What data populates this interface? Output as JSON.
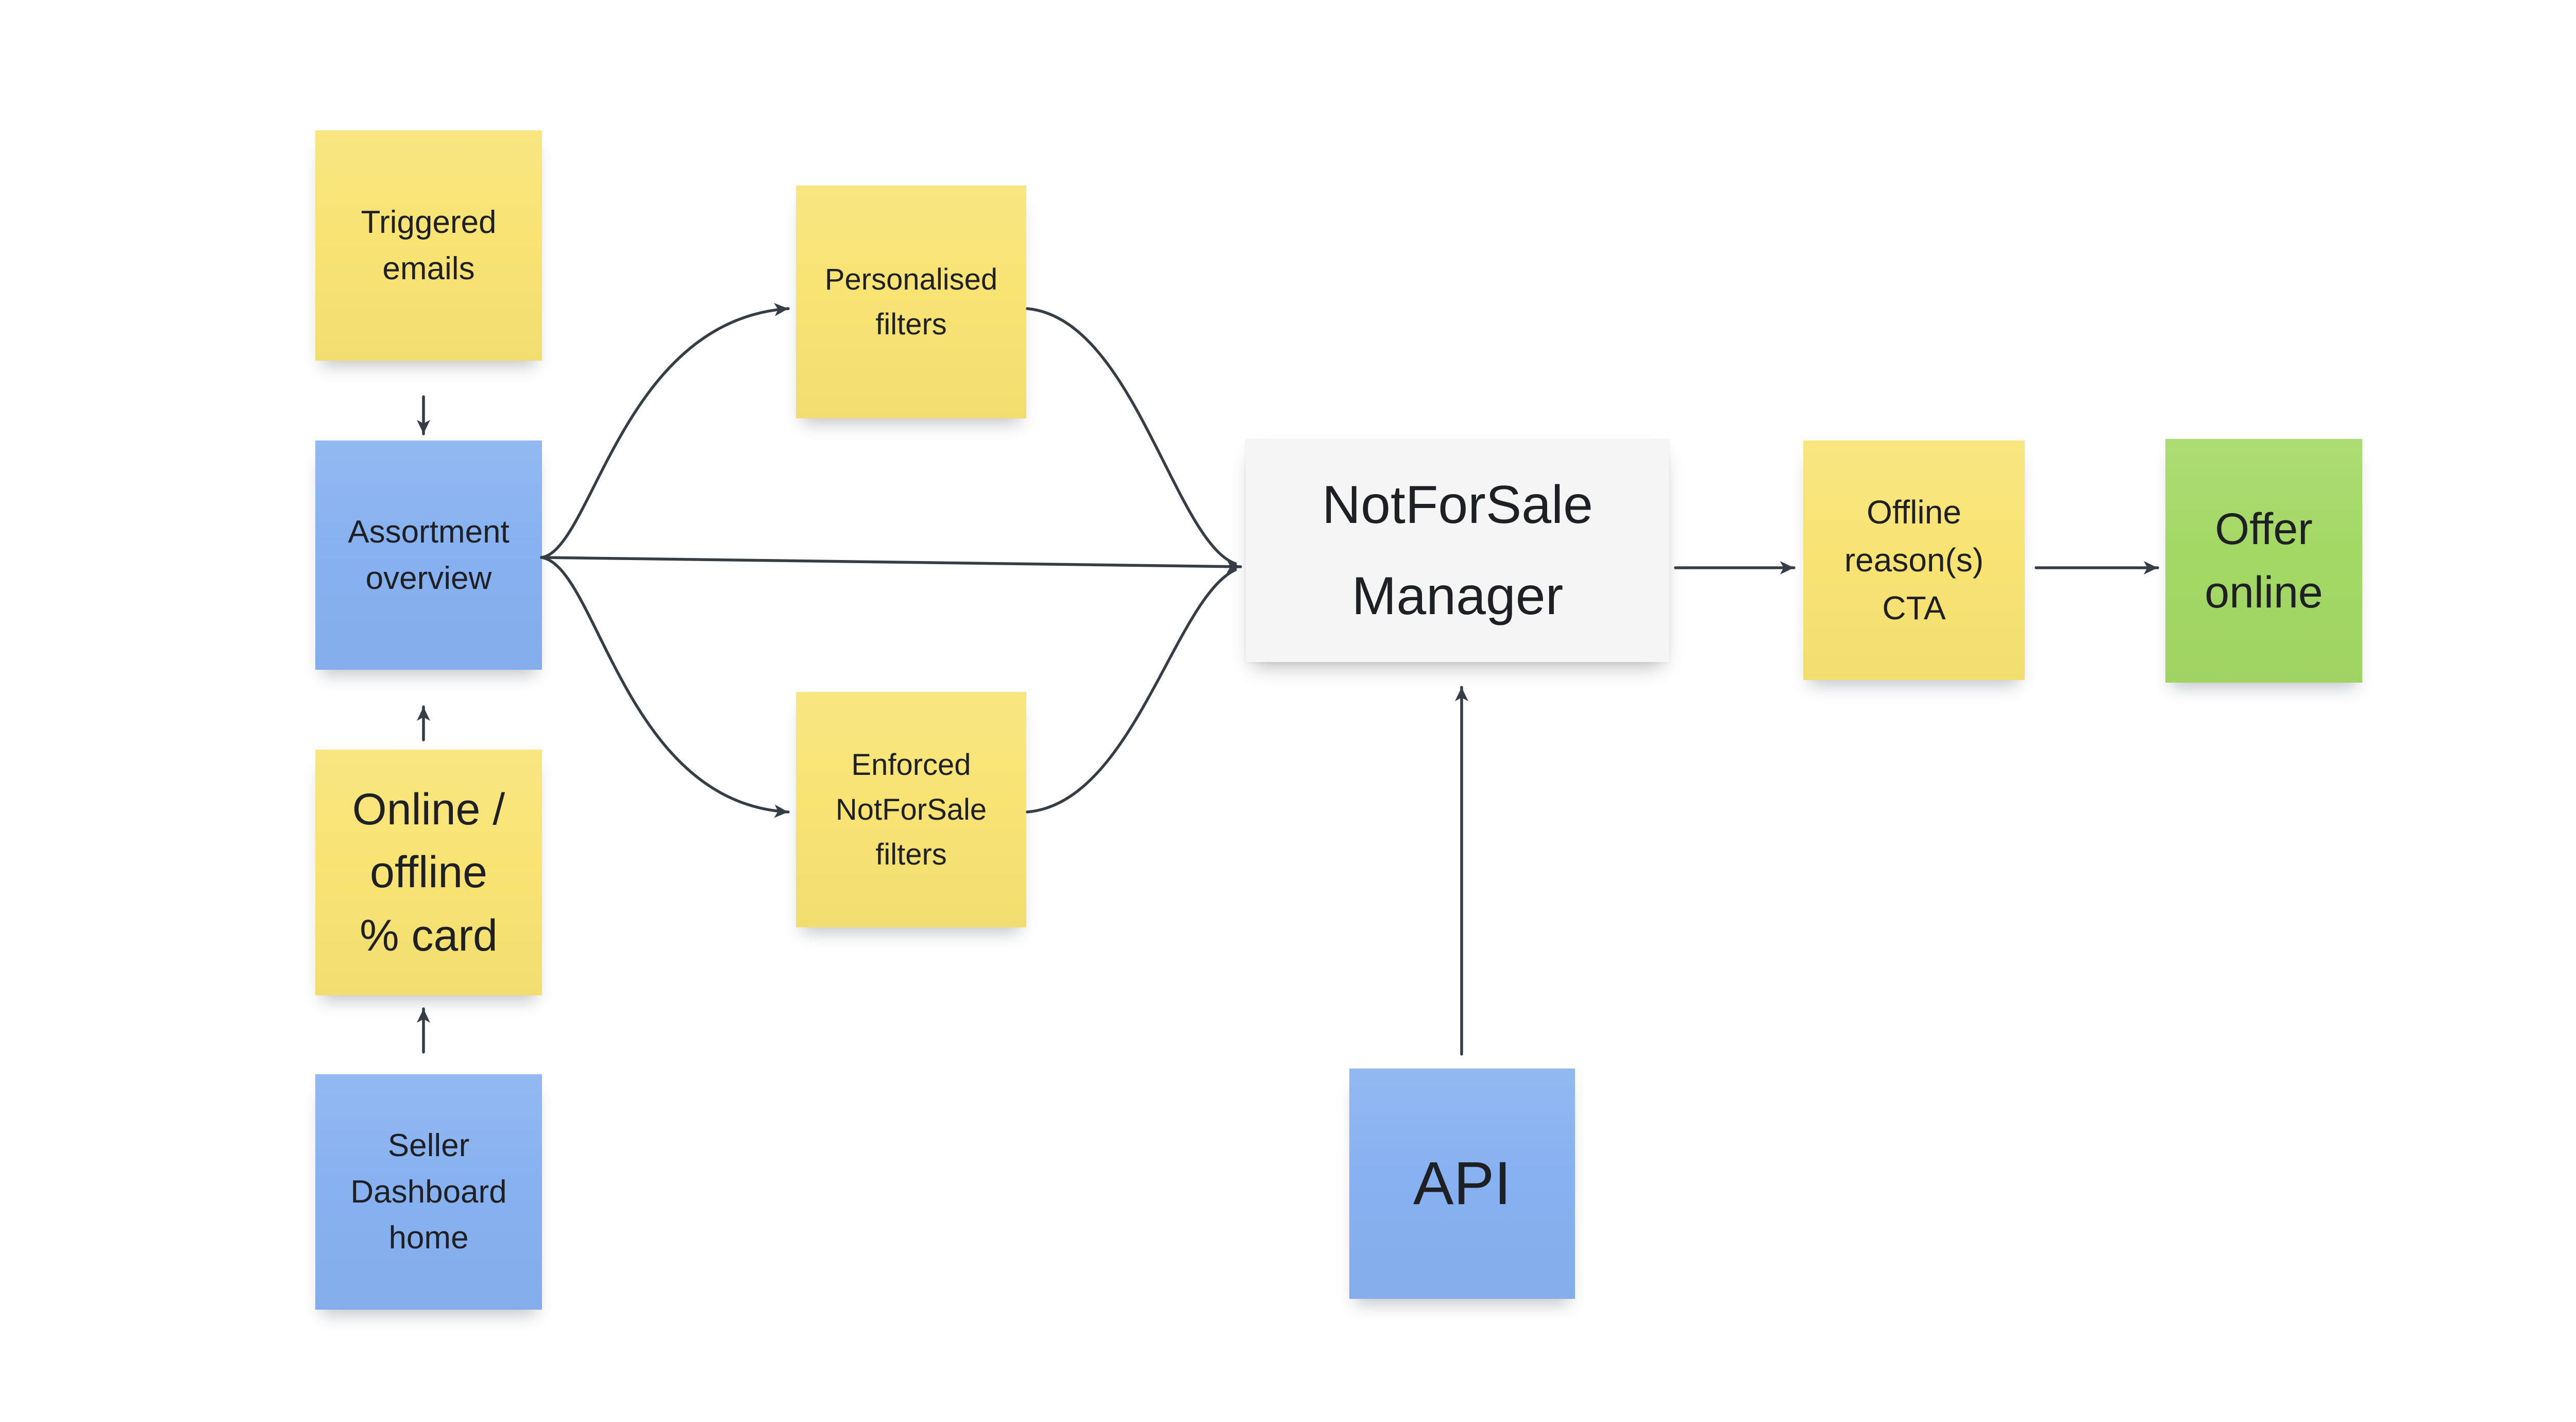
{
  "canvas": {
    "background_color": "#ffffff",
    "connector_color": "#373d44",
    "text_color": "#1e2023",
    "sticky_yellow": "#f8e373",
    "sticky_blue": "#87b1f0",
    "sticky_green": "#a4d865",
    "panel_gray": "#f5f5f6"
  },
  "nodes": {
    "triggered": {
      "label": "Triggered\nemails",
      "color": "#f8e373",
      "shape": "sticky-note"
    },
    "assortment": {
      "label": "Assortment\noverview",
      "color": "#87b1f0",
      "shape": "sticky-note"
    },
    "online": {
      "label": "Online /\noffline\n% card",
      "color": "#f8e373",
      "shape": "sticky-note"
    },
    "seller": {
      "label": "Seller\nDashboard\nhome",
      "color": "#87b1f0",
      "shape": "sticky-note"
    },
    "personalised": {
      "label": "Personalised\nfilters",
      "color": "#f8e373",
      "shape": "sticky-note"
    },
    "enforced": {
      "label": "Enforced\nNotForSale\nfilters",
      "color": "#f8e373",
      "shape": "sticky-note"
    },
    "manager": {
      "label": "NotForSale\nManager",
      "color": "#f5f5f6",
      "shape": "panel"
    },
    "api": {
      "label": "API",
      "color": "#87b1f0",
      "shape": "sticky-note"
    },
    "offline_cta": {
      "label": "Offline\nreason(s)\nCTA",
      "color": "#f8e373",
      "shape": "sticky-note"
    },
    "offer_online": {
      "label": "Offer\nonline",
      "color": "#a4d865",
      "shape": "sticky-note"
    }
  },
  "edges": [
    {
      "from": "triggered-emails",
      "to": "assortment-overview",
      "style": "straight-down"
    },
    {
      "from": "online-offline-card",
      "to": "assortment-overview",
      "style": "straight-up"
    },
    {
      "from": "seller-dashboard-home",
      "to": "online-offline-card",
      "style": "straight-up"
    },
    {
      "from": "assortment-overview",
      "to": "personalised-filters",
      "style": "curved"
    },
    {
      "from": "assortment-overview",
      "to": "notforsale-manager",
      "style": "straight"
    },
    {
      "from": "assortment-overview",
      "to": "enforced-notforsale-filters",
      "style": "curved"
    },
    {
      "from": "personalised-filters",
      "to": "notforsale-manager",
      "style": "curved"
    },
    {
      "from": "enforced-notforsale-filters",
      "to": "notforsale-manager",
      "style": "curved"
    },
    {
      "from": "api",
      "to": "notforsale-manager",
      "style": "straight-up"
    },
    {
      "from": "notforsale-manager",
      "to": "offline-reasons-cta",
      "style": "straight"
    },
    {
      "from": "offline-reasons-cta",
      "to": "offer-online",
      "style": "straight"
    }
  ]
}
